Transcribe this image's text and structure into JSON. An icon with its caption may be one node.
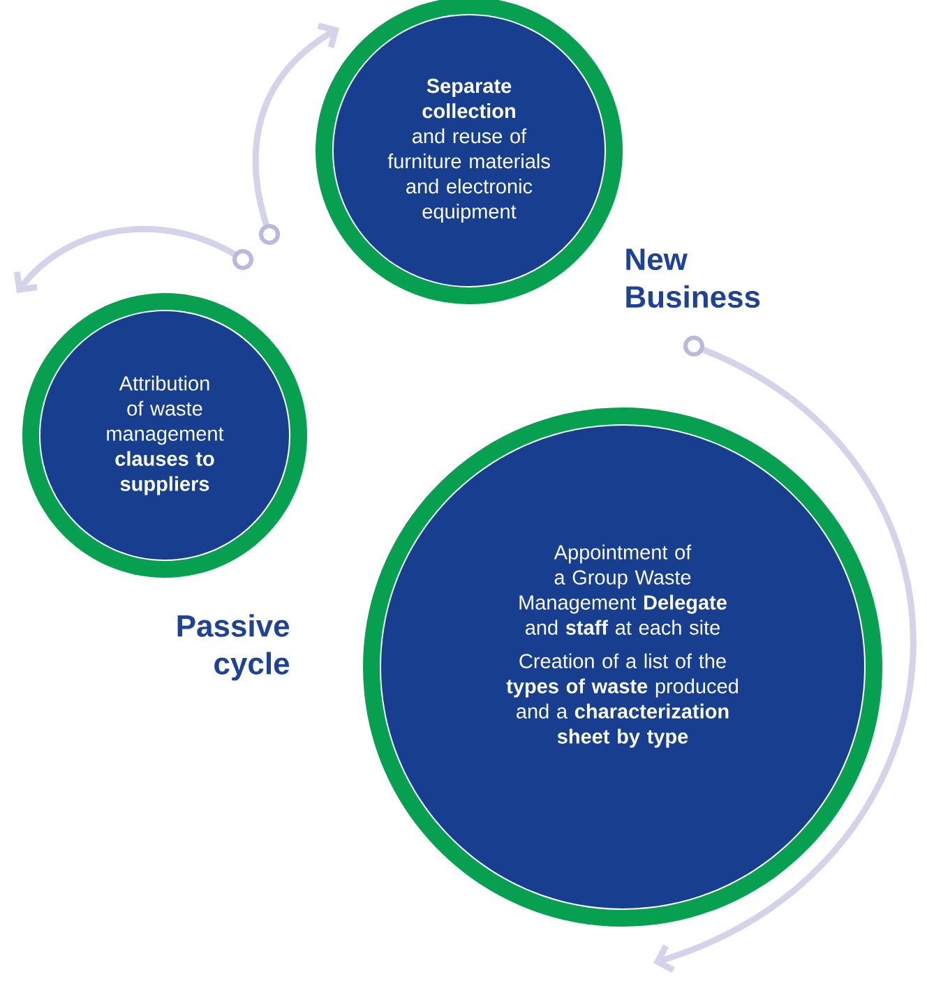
{
  "diagram": {
    "nodes": [
      {
        "text": [
          "**Separate collection** and reuse of furniture materials and electronic equipment"
        ]
      },
      {
        "text": [
          "Attribution of waste management **clauses to suppliers**"
        ]
      },
      {
        "text": [
          "Appointment of a Group Waste Management **Delegate** and **staff** at each site",
          "Creation of a list of the **types of waste** produced and a **characterization sheet by type**"
        ]
      }
    ],
    "labels": [
      "New Business",
      "Passive cycle"
    ]
  }
}
